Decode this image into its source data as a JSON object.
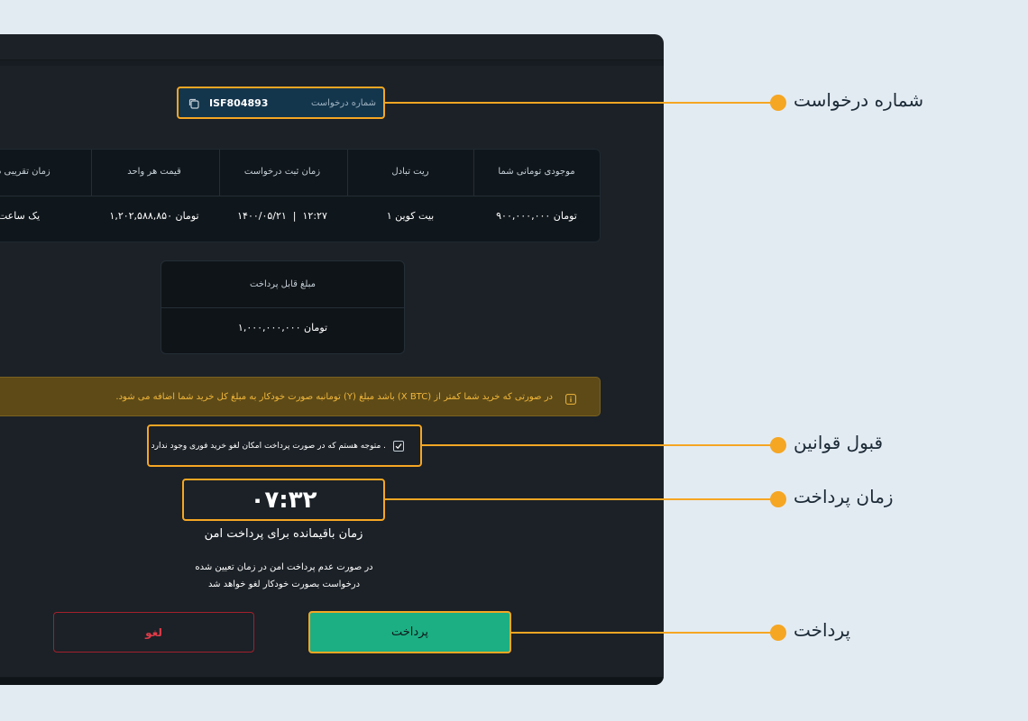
{
  "request": {
    "label": "شماره درخواست",
    "id": "ISF804893"
  },
  "table": {
    "headers": [
      "موجودی تومانی شما",
      "ریت تبادل",
      "زمان ثبت درخواست",
      "قیمت هر واحد",
      "زمان تقریبی دریا"
    ],
    "values": [
      "۹۰۰,۰۰۰,۰۰۰ تومان",
      "۱ بیت کوین",
      "۱۴۰۰/۰۵/۲۱  |  ۱۲:۲۷",
      "۱,۲۰۲,۵۸۸,۸۵۰ تومان",
      "یک ساعت"
    ]
  },
  "payable": {
    "label": "مبلغ قابل پرداخت",
    "value": "۱,۰۰۰,۰۰۰,۰۰۰ تومان"
  },
  "warning": {
    "text": "در صورتی که خرید شما کمتر از (X BTC) باشد مبلغ (Y) تومانبه صورت خودکار به مبلغ کل خرید شما اضافه می شود."
  },
  "terms": {
    "text": "متوجه هستم که در صورت پرداخت امکان لغو خرید فوری وجود ندارد ."
  },
  "timer": {
    "value": "۰۷:۳۲",
    "label": "زمان باقیمانده برای پرداخت امن",
    "note_line1": "در صورت عدم پرداخت امن در زمان تعیین شده",
    "note_line2": "درخواست بصورت خودکار لغو خواهد شد"
  },
  "buttons": {
    "pay": "پرداخت",
    "cancel": "لغو"
  },
  "annotations": {
    "request_number": "شماره درخواست",
    "accept_terms": "قبول قوانین",
    "payment_time": "زمان پرداخت",
    "payment": "پرداخت"
  },
  "colors": {
    "highlight": "#f5a623",
    "pay_button": "#1caf83",
    "cancel_border": "#a3202c",
    "warning_text": "#f2b73a"
  }
}
